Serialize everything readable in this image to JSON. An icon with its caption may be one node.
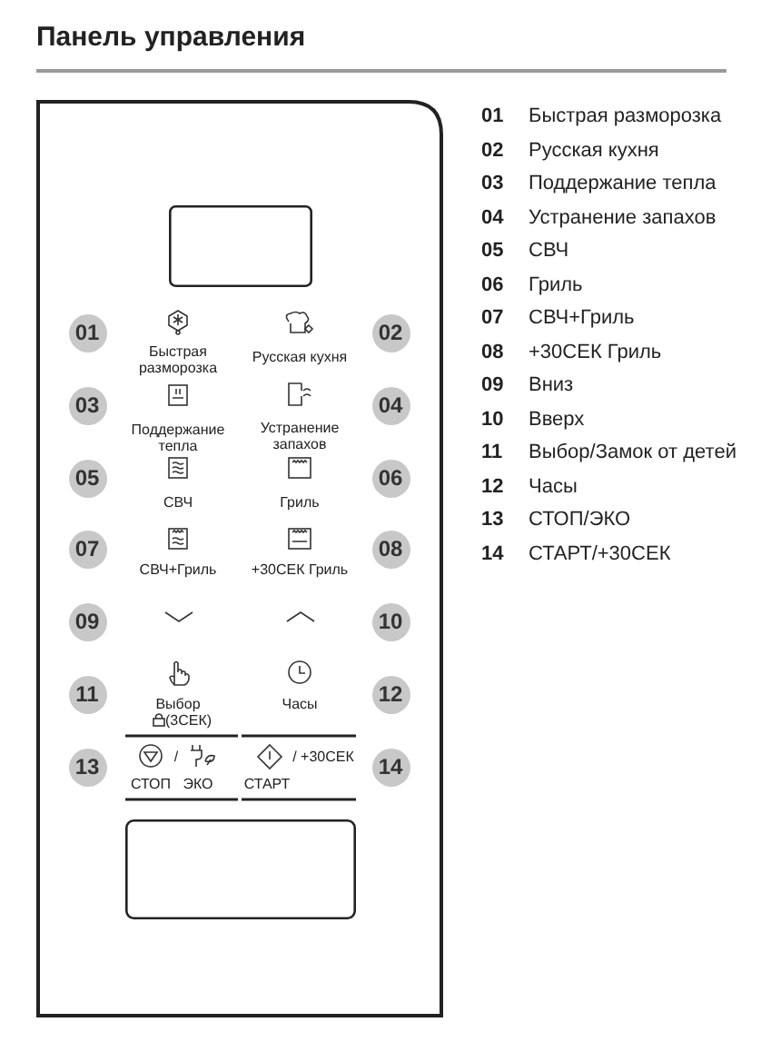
{
  "diagram": {
    "title": "Панель управления",
    "nodes": [
      {
        "text": [],
        "shape": "box"
      },
      {
        "text": [],
        "shape": "box",
        "in": 0
      },
      {
        "text": [],
        "shape": "box",
        "in": 0
      }
    ],
    "labels": [
      "01",
      "Быстрая разморозка",
      "Русская кухня",
      "02",
      "03",
      "Поддержание тепла",
      "Устранение запахов",
      "04",
      "05",
      "СВЧ",
      "Гриль",
      "06",
      "07",
      "СВЧ+Гриль",
      "+30СЕК Гриль",
      "08",
      "09",
      "10",
      "11",
      "Выбор",
      "(3СЕК)",
      "Часы",
      "12",
      "13",
      "/",
      "СТОП",
      "ЭКО",
      "/ +30СЕК",
      "СТАРТ",
      "14",
      "01",
      "Быстрая разморозка",
      "02",
      "Русская кухня",
      "03",
      "Поддержание тепла",
      "04",
      "Устранение запахов",
      "05",
      "СВЧ",
      "06",
      "Гриль",
      "07",
      "СВЧ+Гриль",
      "08",
      "+30СЕК Гриль",
      "09",
      "Вниз",
      "10",
      "Вверх",
      "11",
      "Выбор/Замок от детей",
      "12",
      "Часы",
      "13",
      "СТОП/ЭКО",
      "14",
      "СТАРТ/+30СЕК"
    ]
  }
}
